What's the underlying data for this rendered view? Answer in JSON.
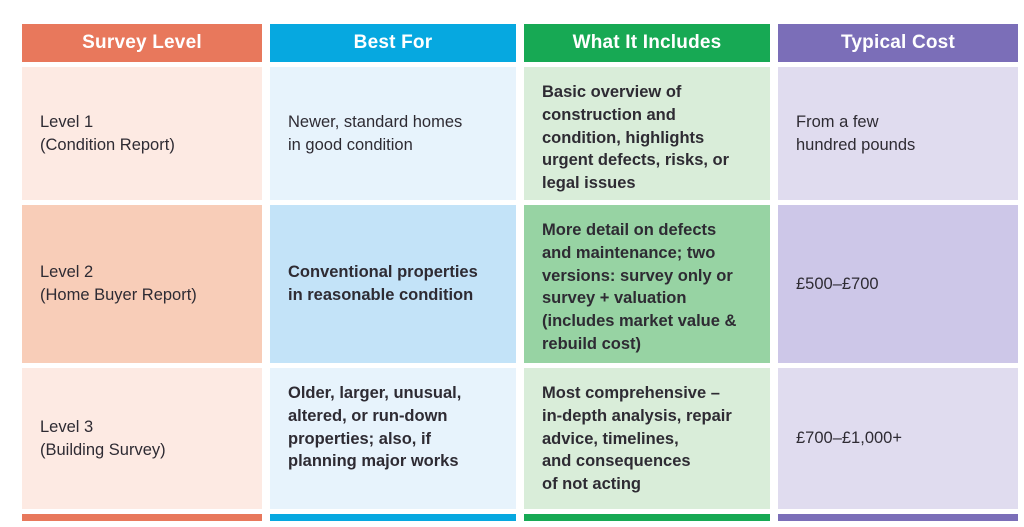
{
  "table": {
    "headers": [
      {
        "label": "Survey Level",
        "color": "#e8785c"
      },
      {
        "label": "Best For",
        "color": "#06a8e0"
      },
      {
        "label": "What It Includes",
        "color": "#17a954"
      },
      {
        "label": "Typical Cost",
        "color": "#7b6eb8"
      }
    ],
    "rows": [
      {
        "survey_level": "Level 1\n(Condition Report)",
        "best_for": "Newer, standard homes\nin good condition",
        "what_it_includes": "Basic overview of\nconstruction and\ncondition, highlights\nurgent defects, risks, or\nlegal issues",
        "typical_cost": "From a few\nhundred pounds"
      },
      {
        "survey_level": "Level 2\n(Home Buyer Report)",
        "best_for": "Conventional properties\nin reasonable condition",
        "what_it_includes": "More detail on defects\nand maintenance; two\nversions: survey only or\nsurvey + valuation\n(includes market value &\nrebuild cost)",
        "typical_cost": "£500–£700"
      },
      {
        "survey_level": "Level 3\n(Building Survey)",
        "best_for": "Older, larger, unusual,\naltered, or run-down\nproperties; also, if\nplanning major works",
        "what_it_includes": "Most comprehensive –\nin-depth analysis, repair\nadvice, timelines,\nand consequences\nof not acting",
        "typical_cost": "£700–£1,000+"
      }
    ]
  }
}
